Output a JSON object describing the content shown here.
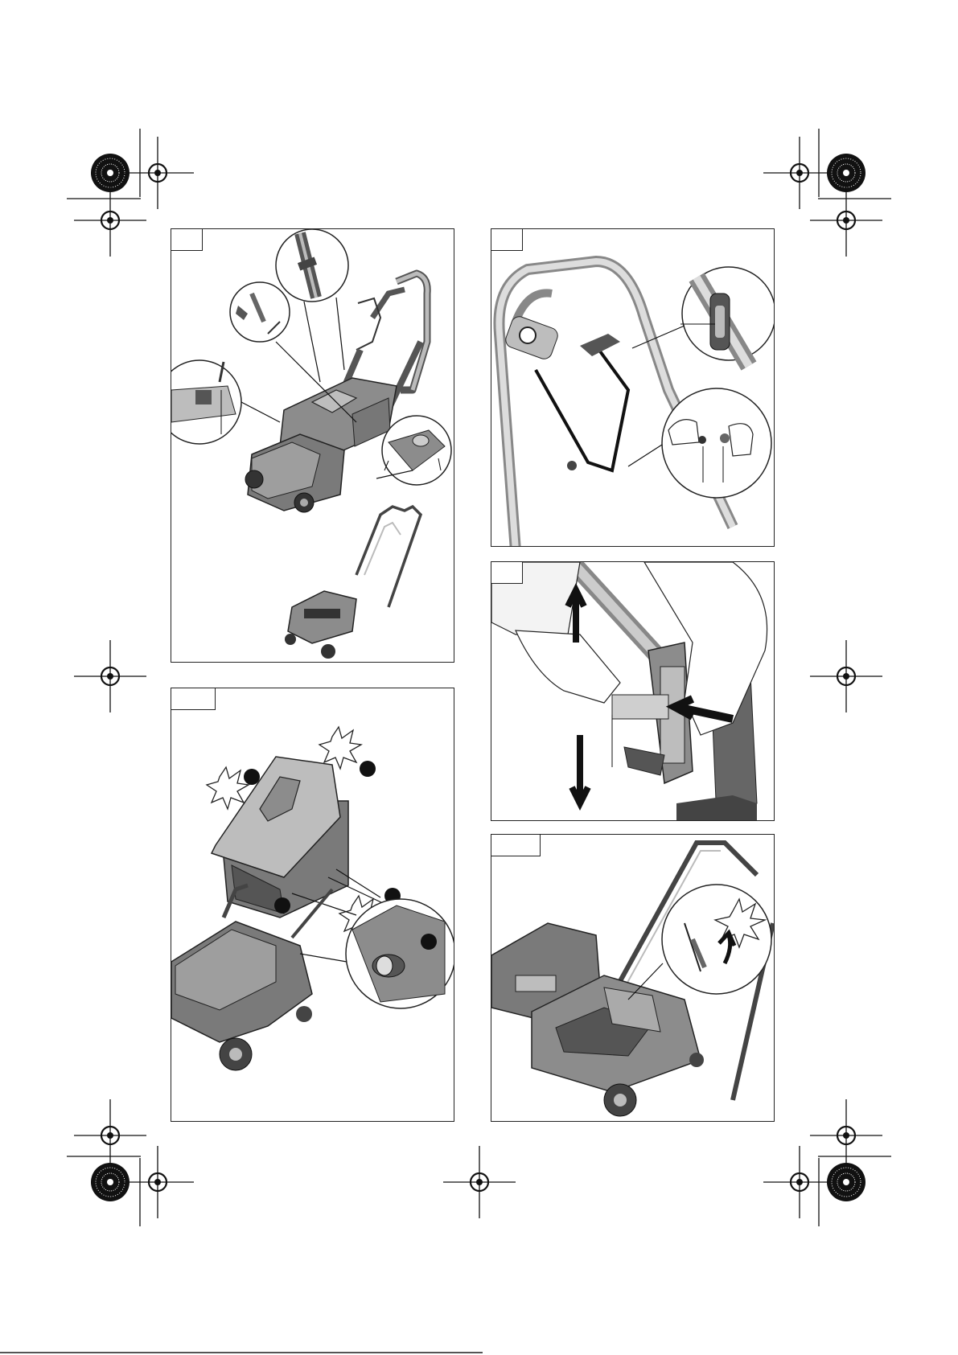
{
  "page": {
    "background": "#ffffff",
    "line_color": "#222222",
    "shade_dark": "#5f5f5f",
    "shade_mid": "#8c8c8c",
    "shade_light": "#bdbdbd"
  },
  "registration_marks": {
    "crosshair_icon": "registration-crosshair-icon",
    "starburst_icon": "registration-starburst-icon"
  },
  "panels": [
    {
      "id": "assembly",
      "icon": "lawn-scarifier-assembly-illustration"
    },
    {
      "id": "cable",
      "icon": "cable-strain-relief-illustration"
    },
    {
      "id": "grass-box",
      "icon": "grass-box-attach-illustration"
    },
    {
      "id": "depth",
      "icon": "working-depth-adjust-illustration"
    },
    {
      "id": "switch",
      "icon": "switch-lever-illustration"
    }
  ]
}
